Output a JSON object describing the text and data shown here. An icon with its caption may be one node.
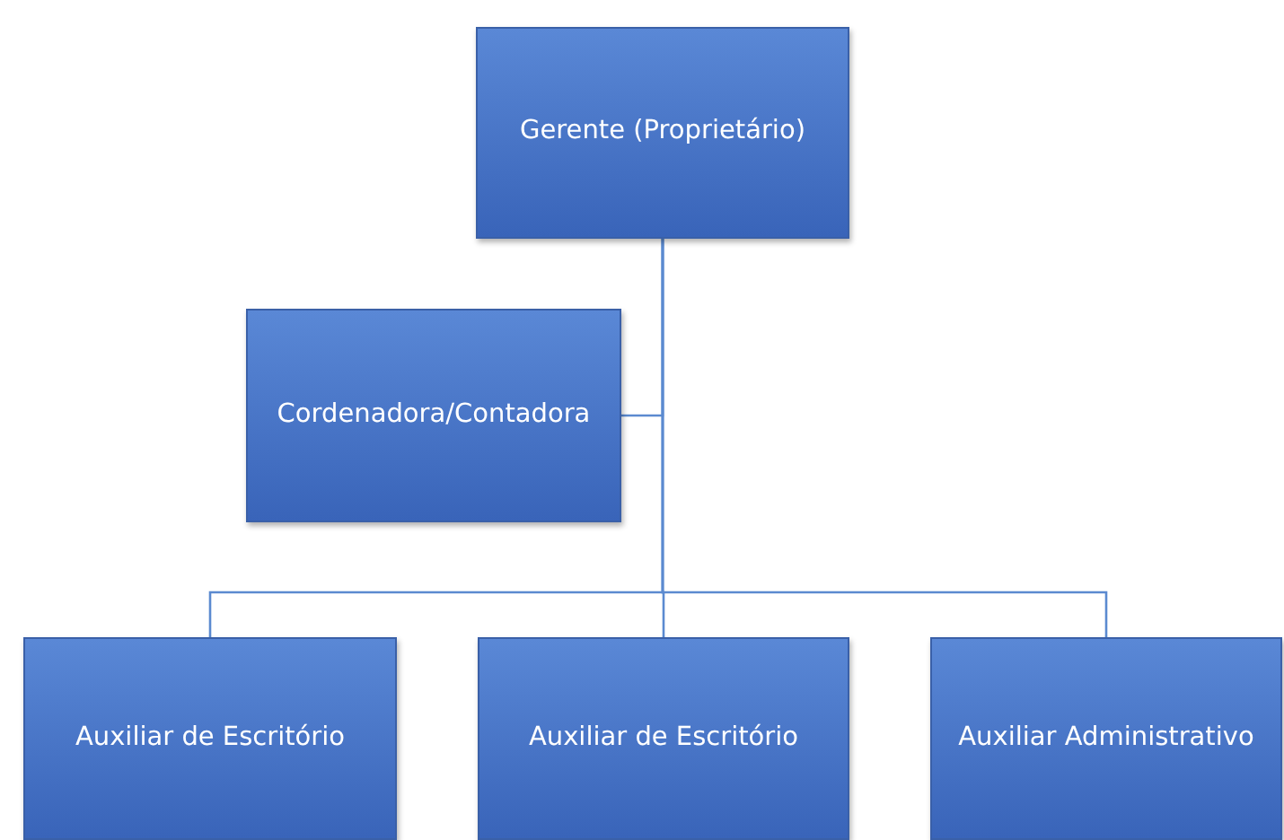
{
  "diagram": {
    "nodes": [
      {
        "text": [
          "Gerente (Proprietário)"
        ]
      },
      {
        "text": [
          "Cordenadora/Contadora"
        ]
      },
      {
        "text": [
          "Auxiliar de Escritório"
        ]
      },
      {
        "text": [
          "Auxiliar de Escritório"
        ]
      },
      {
        "text": [
          "Auxiliar Administrativo"
        ]
      }
    ],
    "edges": [
      {
        "from": 0,
        "to": 1,
        "arrow": "none"
      },
      {
        "from": 0,
        "to": 2,
        "arrow": "none"
      },
      {
        "from": 0,
        "to": 3,
        "arrow": "none"
      },
      {
        "from": 0,
        "to": 4,
        "arrow": "none"
      }
    ]
  }
}
